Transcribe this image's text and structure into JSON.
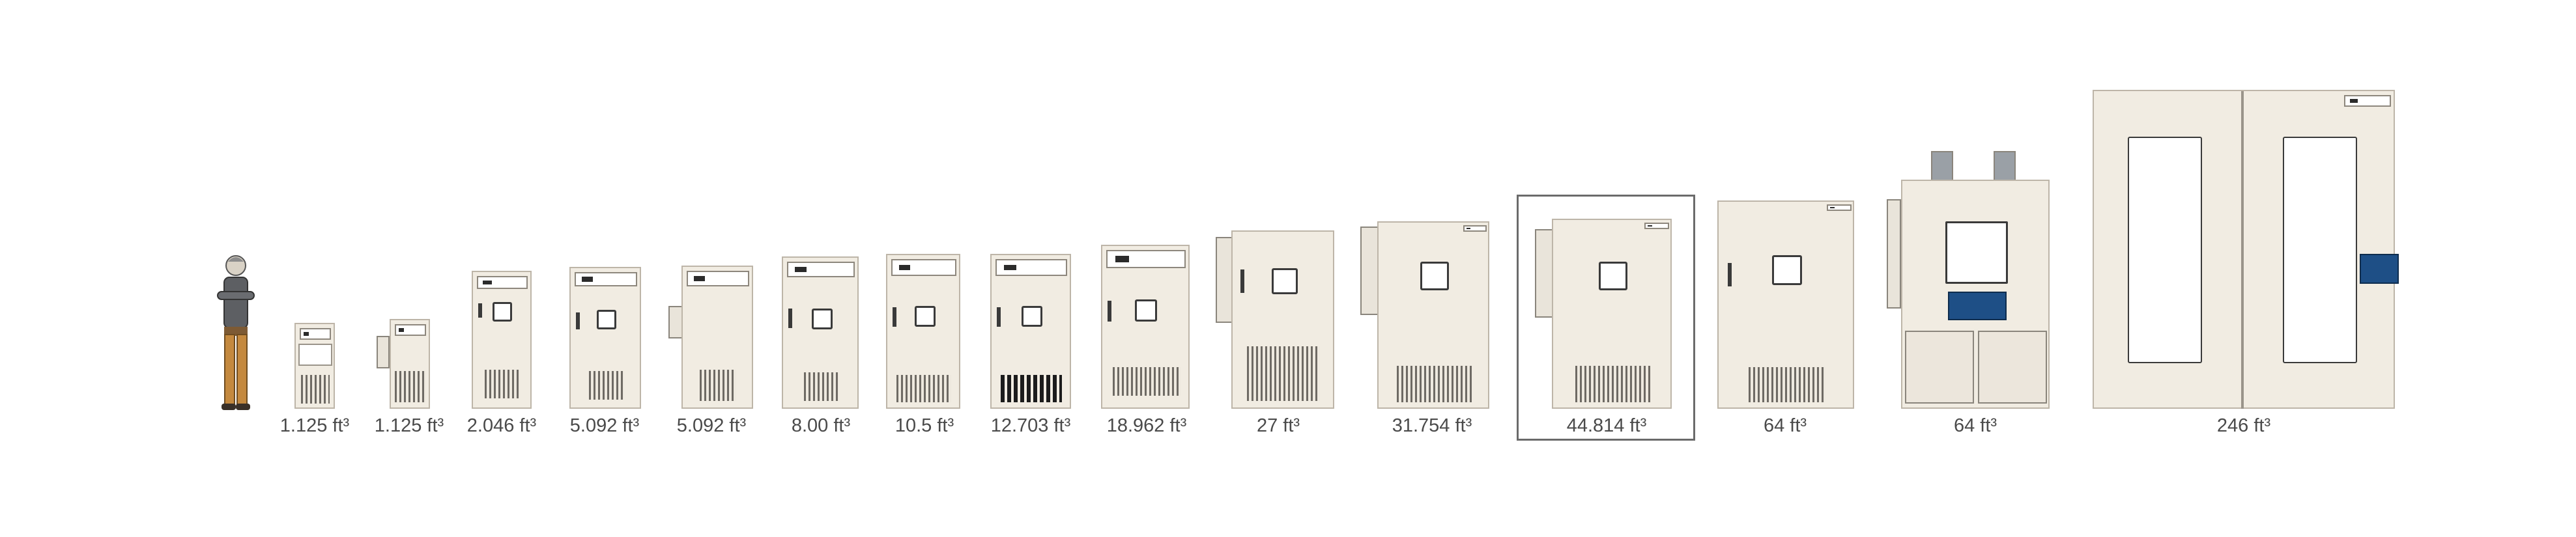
{
  "chambers": [
    {
      "label": "1.125 ft³"
    },
    {
      "label": "1.125 ft³"
    },
    {
      "label": "2.046 ft³"
    },
    {
      "label": "5.092 ft³"
    },
    {
      "label": "5.092 ft³"
    },
    {
      "label": "8.00 ft³"
    },
    {
      "label": "10.5 ft³"
    },
    {
      "label": "12.703 ft³"
    },
    {
      "label": "18.962 ft³"
    },
    {
      "label": "27 ft³"
    },
    {
      "label": "31.754 ft³"
    },
    {
      "label": "44.814 ft³"
    },
    {
      "label": "64 ft³"
    },
    {
      "label": "64 ft³"
    },
    {
      "label": "246 ft³"
    }
  ],
  "selected_index": 11,
  "colors": {
    "chamber_body": "#f1ece2",
    "label_text": "#4a4a4a",
    "highlight_border": "#6b6b6b",
    "control_display_blue": "#1e4f86"
  }
}
